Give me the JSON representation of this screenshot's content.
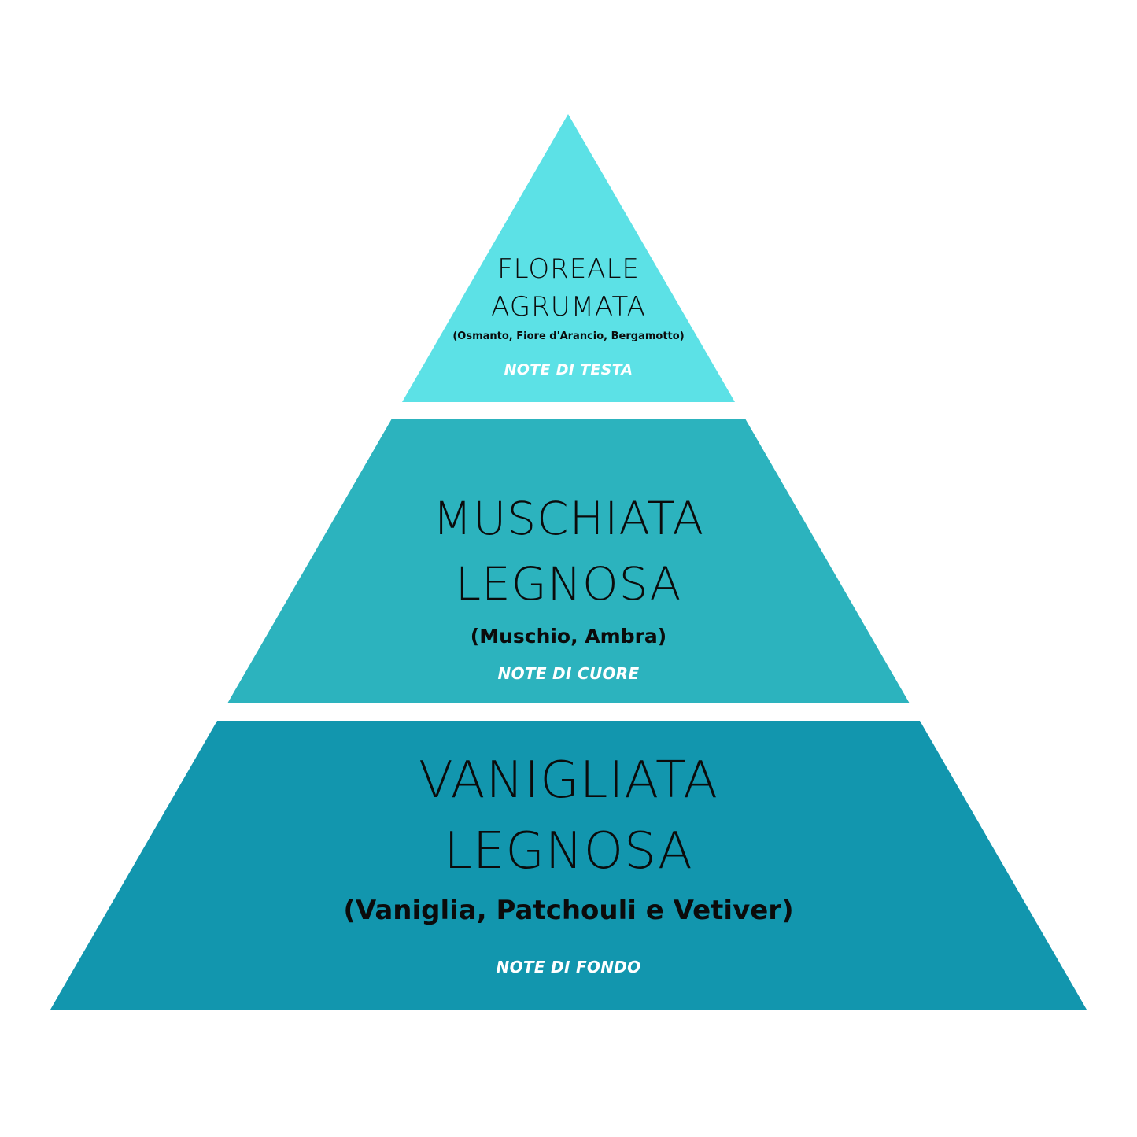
{
  "colors": {
    "top_tier": "#5ce1e6",
    "middle_tier": "#2cb3be",
    "bottom_tier": "#1296ae",
    "background": "#ffffff",
    "title_text": "#0b0b0b",
    "note_label_text": "#ffffff"
  },
  "tiers": {
    "top": {
      "title_line_1": "FLOREALE",
      "title_line_2": "AGRUMATA",
      "ingredients": "(Osmanto, Fiore d'Arancio, Bergamotto)",
      "note_label": "NOTE DI TESTA"
    },
    "middle": {
      "title_line_1": "MUSCHIATA",
      "title_line_2": "LEGNOSA",
      "ingredients": "(Muschio, Ambra)",
      "note_label": "NOTE DI CUORE"
    },
    "bottom": {
      "title_line_1": "VANIGLIATA",
      "title_line_2": "LEGNOSA",
      "ingredients": "(Vaniglia, Patchouli e Vetiver)",
      "note_label": "NOTE DI FONDO"
    }
  }
}
